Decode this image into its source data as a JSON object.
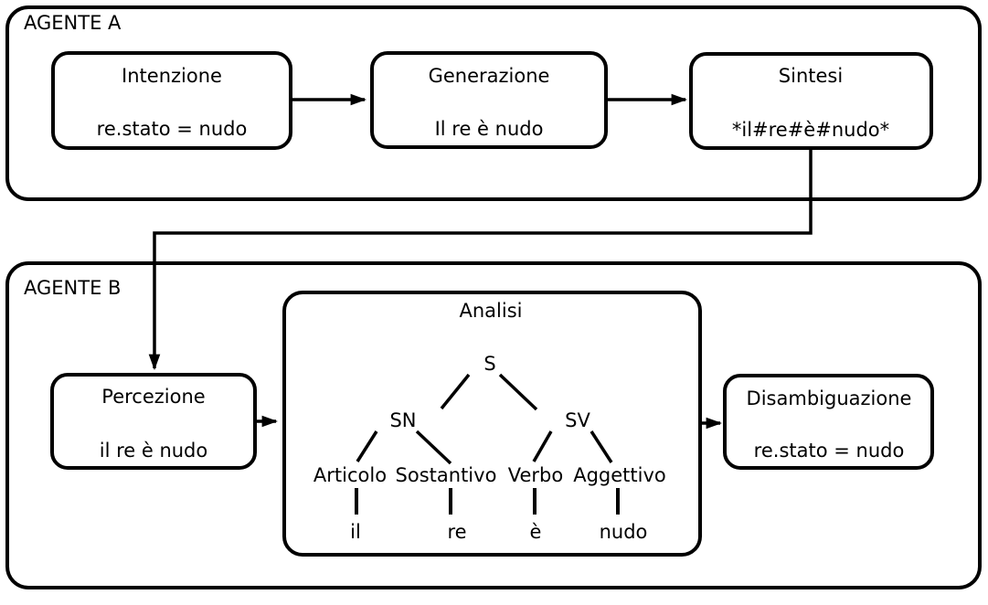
{
  "colors": {
    "ink": "#000000",
    "background": "#ffffff"
  },
  "agent_a": {
    "label": "AGENTE A",
    "intention": {
      "title": "Intenzione",
      "value": "re.stato = nudo"
    },
    "generation": {
      "title": "Generazione",
      "value": "Il re è nudo"
    },
    "synthesis": {
      "title": "Sintesi",
      "value": "*il#re#è#nudo*"
    }
  },
  "agent_b": {
    "label": "AGENTE B",
    "perception": {
      "title": "Percezione",
      "value": "il re è nudo"
    },
    "analysis": {
      "title": "Analisi",
      "tree": {
        "root": "S",
        "np_label": "SN",
        "vp_label": "SV",
        "categories": [
          "Articolo",
          "Sostantivo",
          "Verbo",
          "Aggettivo"
        ],
        "leaves": [
          "il",
          "re",
          "è",
          "nudo"
        ]
      }
    },
    "disambiguation": {
      "title": "Disambiguazione",
      "value": "re.stato = nudo"
    }
  }
}
